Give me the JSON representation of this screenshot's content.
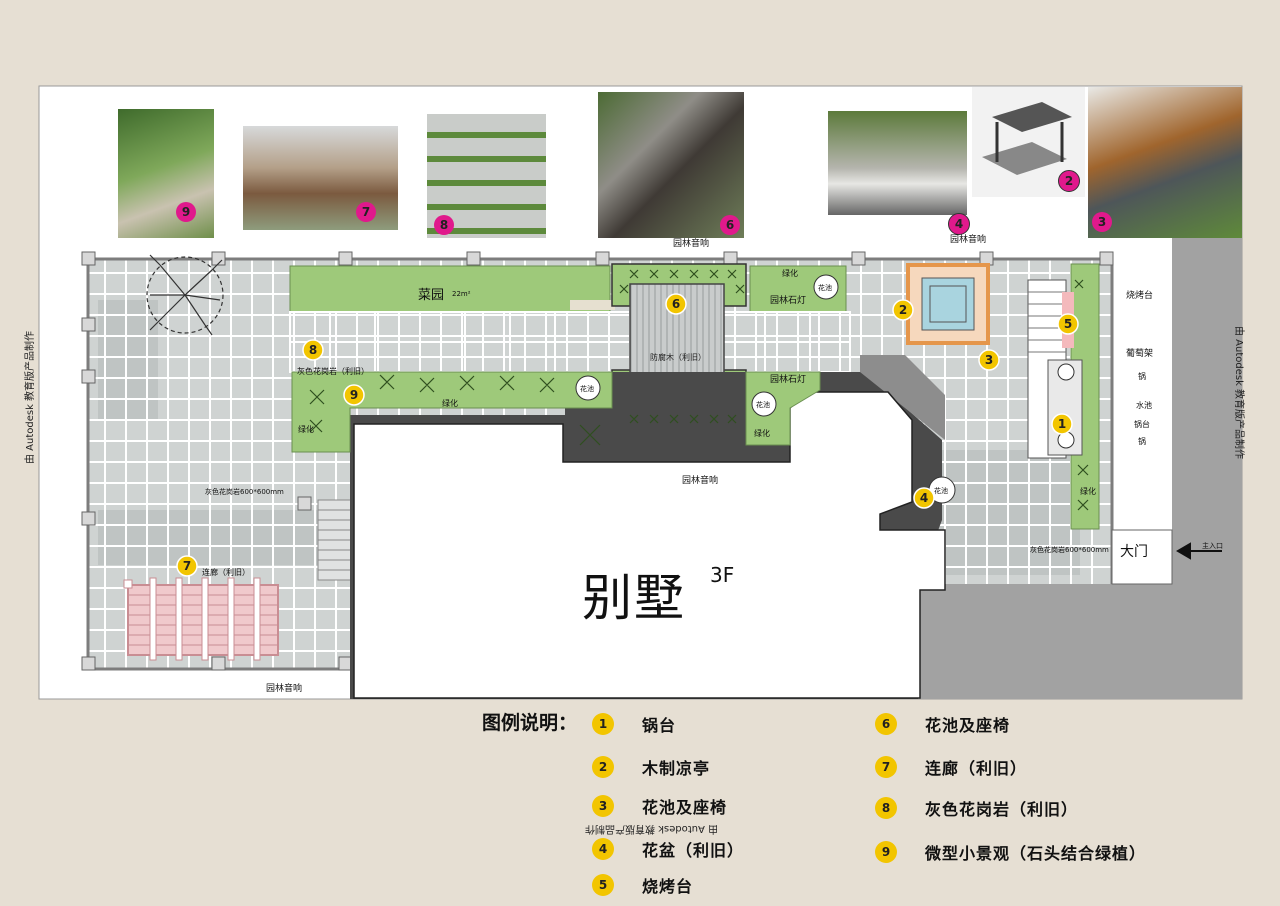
{
  "plan": {
    "house_label": "别墅",
    "house_floor": "3F",
    "veg_garden": "菜园",
    "veg_area": "22m²",
    "grass": "绿化",
    "flower_pool": "花池",
    "garden_light": "园林石灯",
    "garden_speaker": "园林音响",
    "granite_old": "灰色花岗岩（利旧）",
    "granite_spec": "灰色花岗岩600*600mm",
    "corridor_old": "连廊（利旧）",
    "anticorrosive_wood": "防腐木（利旧）",
    "bbq_table": "烧烤台",
    "grape_trellis": "葡萄架",
    "pot": "锅",
    "sink": "水池",
    "stove": "锅台",
    "main_gate": "大门",
    "main_entrance": "主入口",
    "watermark": "由 Autodesk 教育版产品制作"
  },
  "photos": [
    {
      "num": "9",
      "color": "#e0198c"
    },
    {
      "num": "7",
      "color": "#e0198c"
    },
    {
      "num": "8",
      "color": "#e0198c"
    },
    {
      "num": "6",
      "color": "#e0198c"
    },
    {
      "num": "4",
      "color": "#e0198c"
    },
    {
      "num": "2",
      "color": "#e0198c"
    },
    {
      "num": "3",
      "color": "#e0198c"
    }
  ],
  "markers": {
    "color": "#f2c500"
  },
  "legend": {
    "title": "图例说明：",
    "items": [
      {
        "num": "1",
        "label": "锅台"
      },
      {
        "num": "2",
        "label": "木制凉亭"
      },
      {
        "num": "3",
        "label": "花池及座椅"
      },
      {
        "num": "4",
        "label": "花盆（利旧）"
      },
      {
        "num": "5",
        "label": "烧烤台"
      },
      {
        "num": "6",
        "label": "花池及座椅"
      },
      {
        "num": "7",
        "label": "连廊（利旧）"
      },
      {
        "num": "8",
        "label": "灰色花岗岩（利旧）"
      },
      {
        "num": "9",
        "label": "微型小景观（石头结合绿植）"
      }
    ]
  }
}
